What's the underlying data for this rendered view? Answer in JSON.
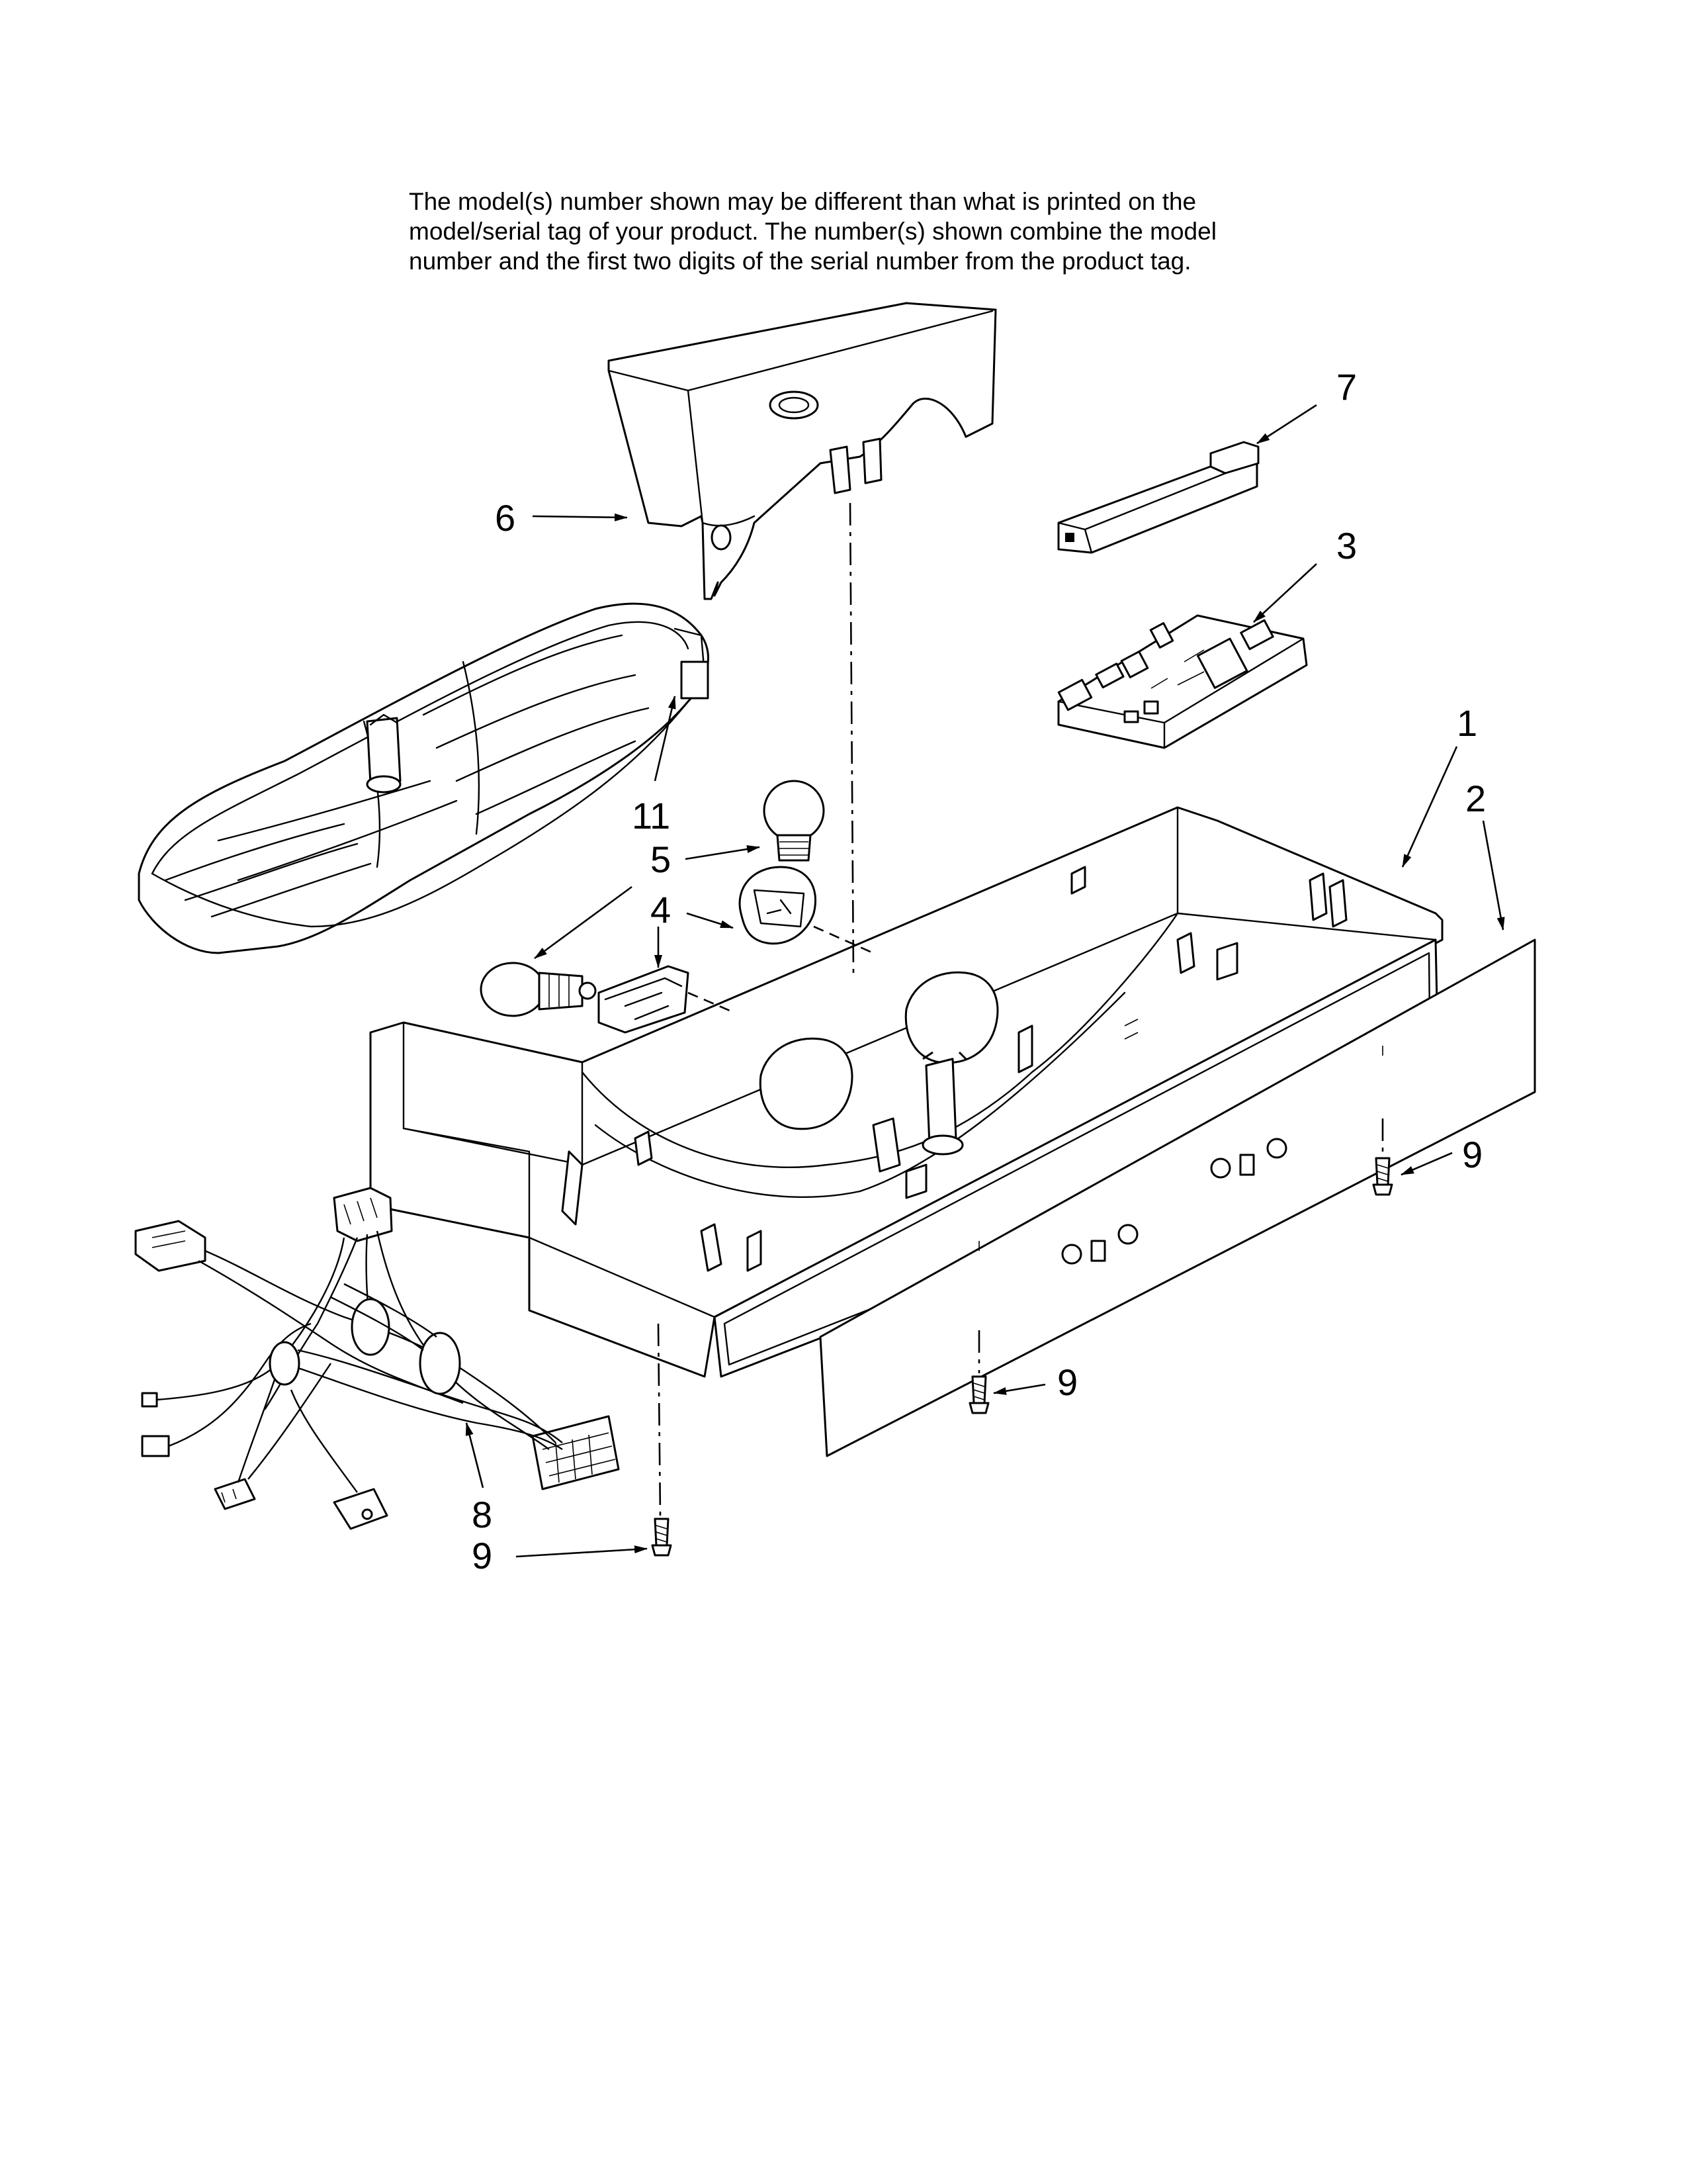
{
  "note": {
    "lines": [
      "The model(s) number shown may be different than what is printed on the",
      "model/serial tag of your product. The number(s) shown combine the model",
      "number and the first two digits of the serial number from the product tag."
    ]
  },
  "callouts": {
    "part_1": "1",
    "part_2": "2",
    "part_3": "3",
    "part_4": "4",
    "part_5": "5",
    "part_6": "6",
    "part_7": "7",
    "part_8": "8",
    "part_9a": "9",
    "part_9b": "9",
    "part_9c": "9",
    "part_11": "11"
  }
}
